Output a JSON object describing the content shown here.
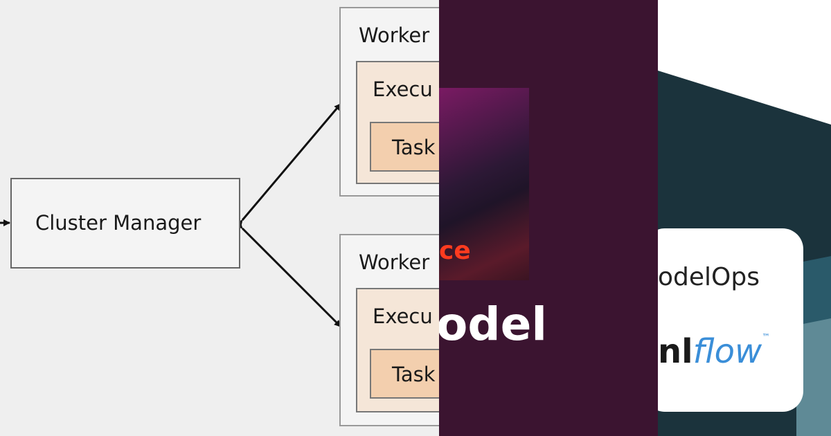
{
  "diagram": {
    "cluster_manager": "Cluster Manager",
    "worker_top": {
      "title": "Worker",
      "executor": "Execu",
      "task": "Task"
    },
    "worker_bottom": {
      "title": "Worker",
      "executor": "Execu",
      "task": "Task"
    }
  },
  "promo": {
    "accent_text": "ce",
    "headline": "odel",
    "accent_color": "#ff3b1f"
  },
  "logo_card": {
    "modelops_text": "odelOps",
    "brand_prefix": "nl",
    "brand_suffix": "flow",
    "trademark": "™",
    "brand_color": "#3a8ed8"
  }
}
